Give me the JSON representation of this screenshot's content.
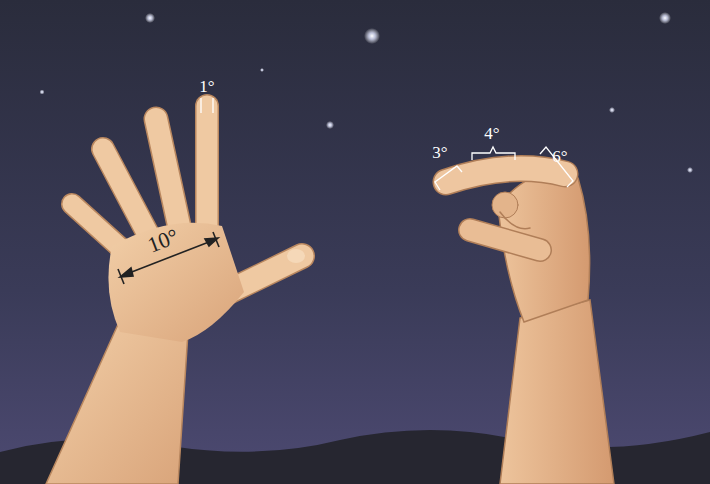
{
  "diagram": {
    "labels": [
      "1°",
      "10°",
      "3°",
      "4°",
      "6°"
    ]
  }
}
